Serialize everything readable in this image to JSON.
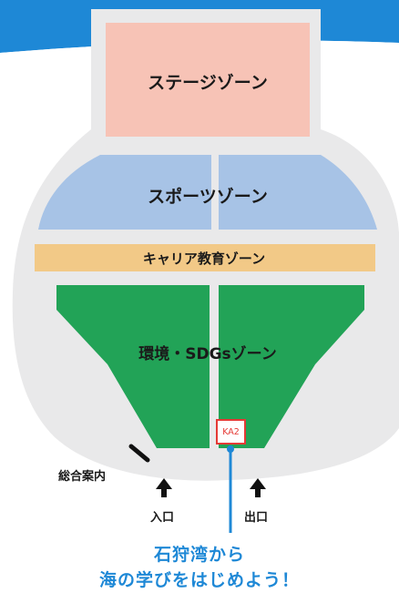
{
  "zones": {
    "stage": "ステージゾーン",
    "sports": "スポーツゾーン",
    "career": "キャリア教育ゾーン",
    "environment": "環境・SDGsゾーン"
  },
  "booth": {
    "code": "KA2"
  },
  "facilities": {
    "info": "総合案内",
    "entrance": "入口",
    "exit": "出口"
  },
  "caption": {
    "line1": "石狩湾から",
    "line2": "海の学びをはじめよう！"
  },
  "colors": {
    "banner": "#1e88d6",
    "floor": "#e9e9ea",
    "stage": "#f7c3b6",
    "sports": "#a7c3e6",
    "career": "#f2c987",
    "environment": "#22a357",
    "booth_border": "#e53935",
    "callout": "#1e88d6"
  }
}
